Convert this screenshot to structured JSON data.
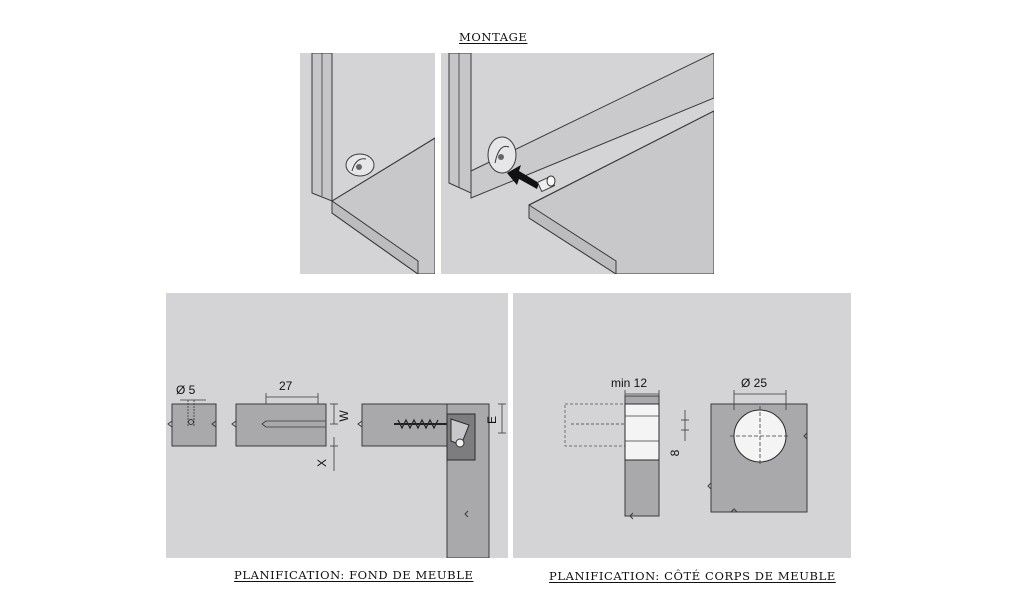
{
  "captions": {
    "top": "MONTAGE",
    "bottom_left": "PLANIFICATION: FOND DE MEUBLE",
    "bottom_right": "PLANIFICATION: CÔTÉ CORPS DE MEUBLE"
  },
  "dimensions": {
    "left": {
      "dia": "Ø 5",
      "depth": "27",
      "w": "W",
      "x": "X",
      "e": "E"
    },
    "right": {
      "min": "min 12",
      "dia": "Ø 25",
      "eight": "8"
    }
  },
  "colors": {
    "panel_bg": "#d4d4d6",
    "part_fill": "#a9a9ab",
    "line": "#3a3a3a"
  }
}
